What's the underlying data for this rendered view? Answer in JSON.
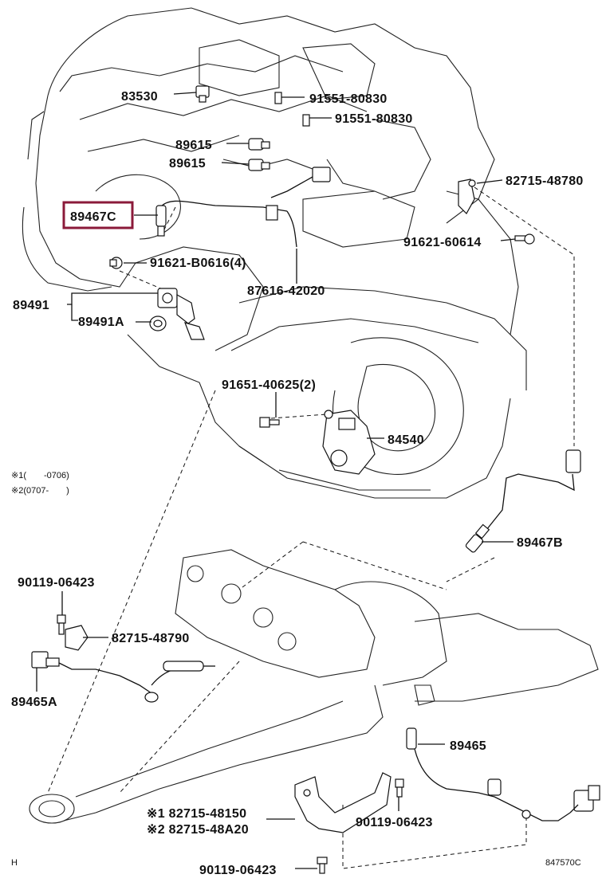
{
  "diagram": {
    "labels": {
      "p83530": "83530",
      "p91551_a": "91551-80830",
      "p91551_b": "91551-80830",
      "p89615_a": "89615",
      "p89615_b": "89615",
      "p82715_48780": "82715-48780",
      "p89467C": "89467C",
      "p91621_60614": "91621-60614",
      "p91621_B0616": "91621-B0616(4)",
      "p87616": "87616-42020",
      "p89491": "89491",
      "p89491A": "89491A",
      "p91651": "91651-40625(2)",
      "p84540": "84540",
      "p89467B": "89467B",
      "p90119_top": "90119-06423",
      "p82715_48790": "82715-48790",
      "p89465A": "89465A",
      "p89465": "89465",
      "p82715_48150": "※1 82715-48150",
      "p82715_48A20": "※2 82715-48A20",
      "p90119_mid": "90119-06423",
      "p90119_bottom": "90119-06423"
    },
    "notes": {
      "note1": "※1(　　-0706)",
      "note2": "※2(0707-　　)"
    },
    "footer": {
      "left_mark": "H",
      "diagram_code": "847570C"
    },
    "highlight": {
      "part": "89467C",
      "color": "#8b1a3a"
    }
  }
}
